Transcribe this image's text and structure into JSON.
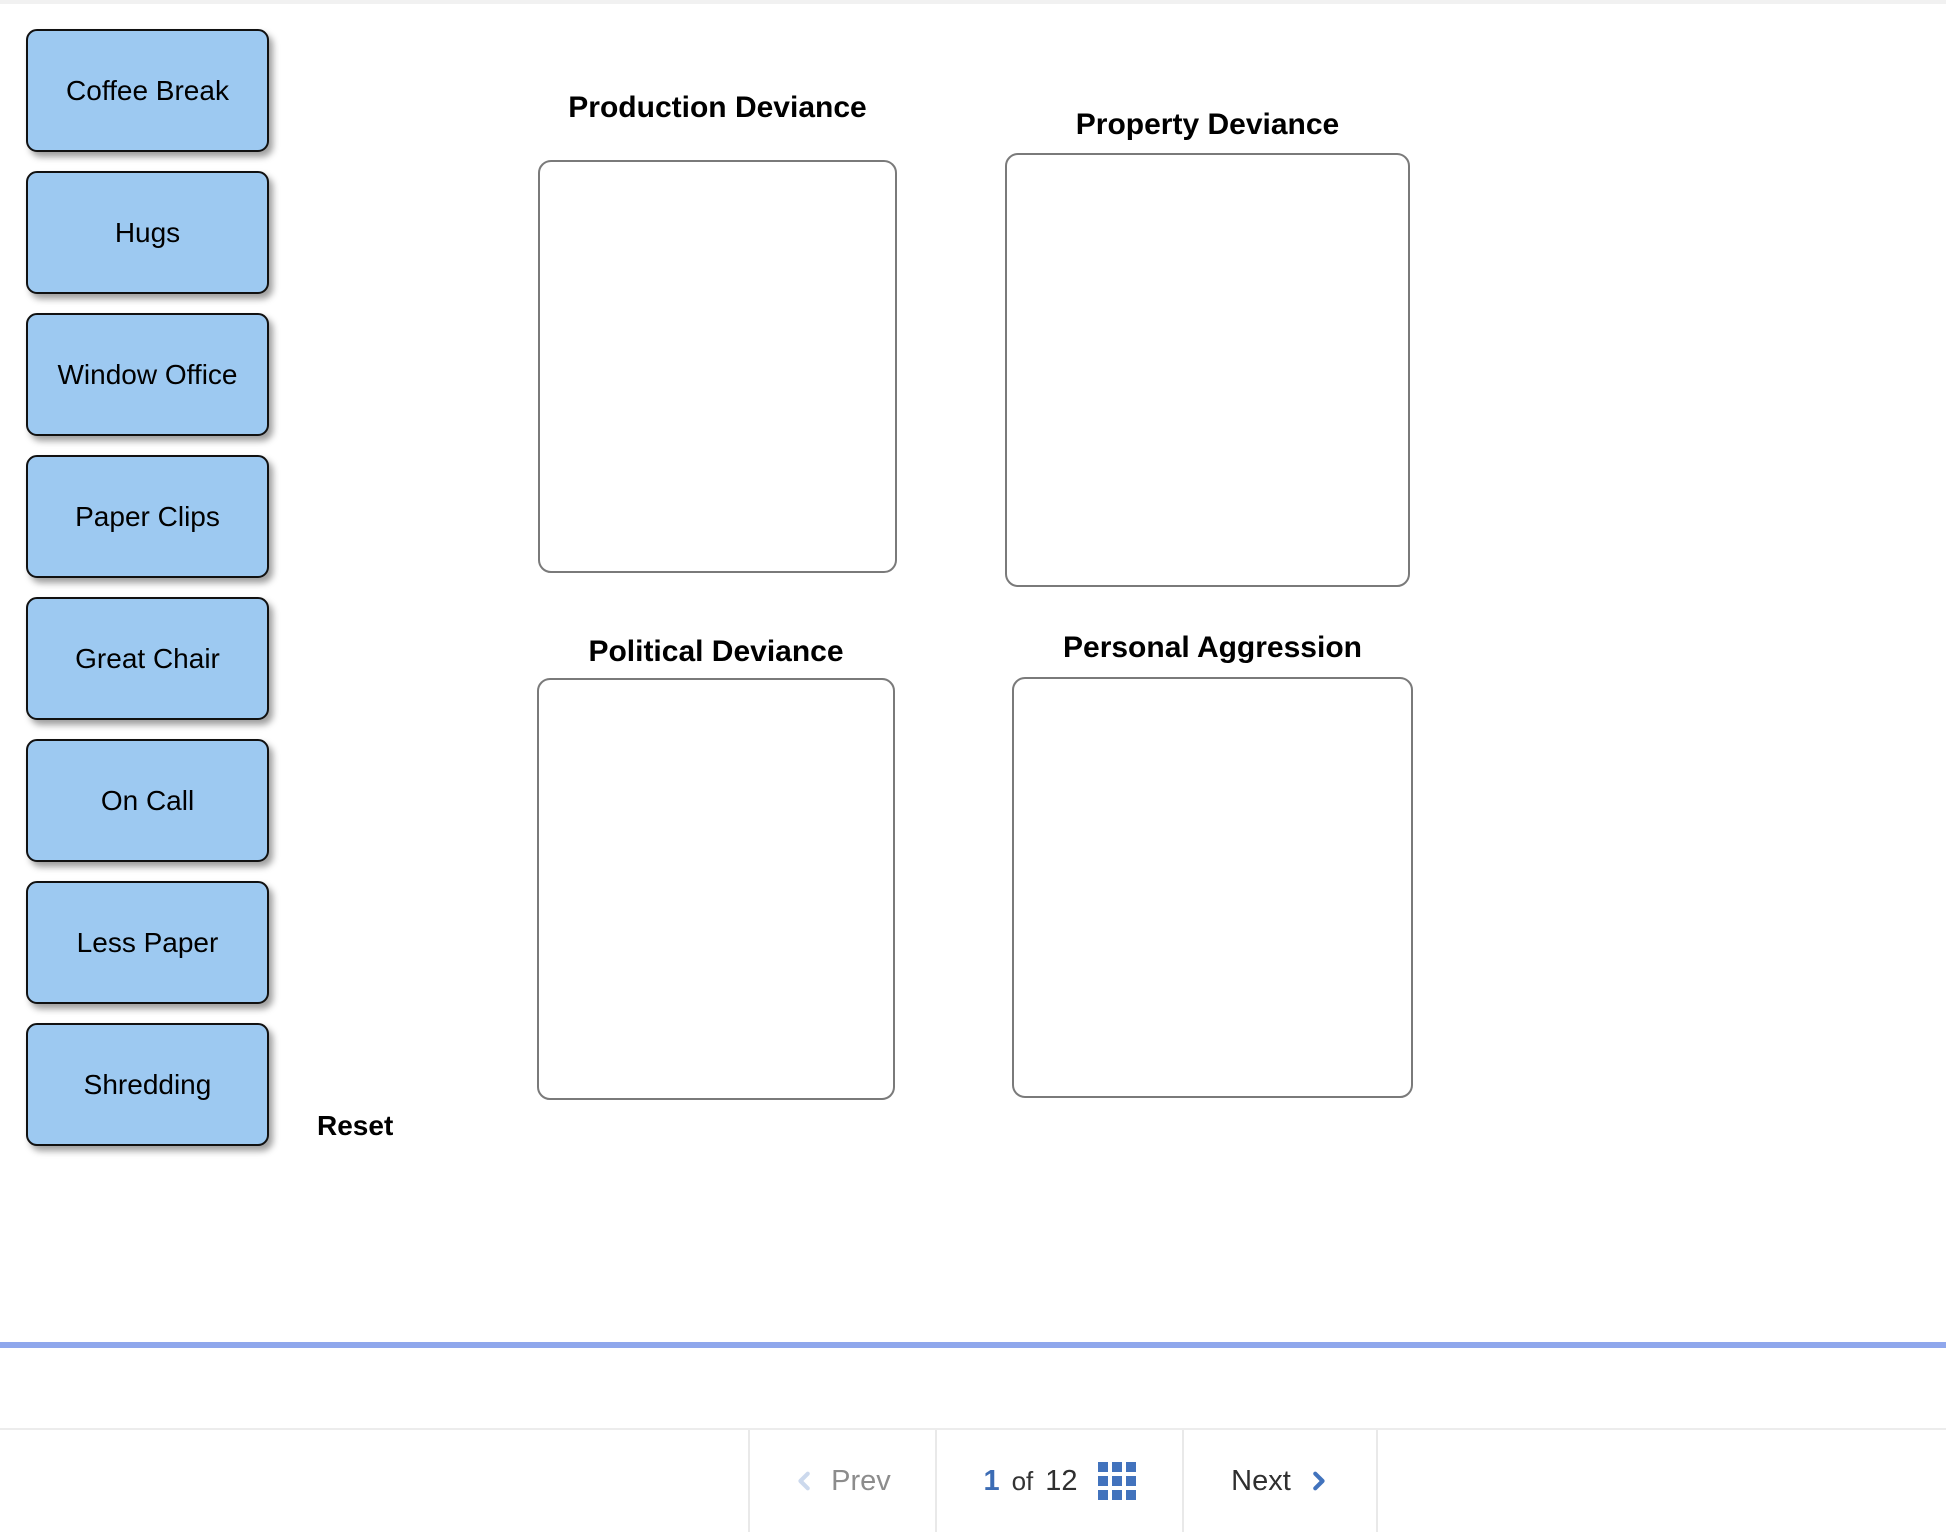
{
  "chips": [
    {
      "label": "Coffee Break"
    },
    {
      "label": "Hugs"
    },
    {
      "label": "Window Office"
    },
    {
      "label": "Paper Clips"
    },
    {
      "label": "Great Chair"
    },
    {
      "label": "On Call"
    },
    {
      "label": "Less Paper"
    },
    {
      "label": "Shredding"
    }
  ],
  "zones": [
    {
      "title": "Production Deviance"
    },
    {
      "title": "Property Deviance"
    },
    {
      "title": "Political Deviance"
    },
    {
      "title": "Personal Aggression"
    }
  ],
  "reset": {
    "label": "Reset"
  },
  "pagination": {
    "prev_label": "Prev",
    "current_page": "1",
    "of_label": "of",
    "total_pages": "12",
    "next_label": "Next"
  },
  "icons": {
    "prev": "chevron-left",
    "page_picker": "grid-3x3",
    "next": "chevron-right"
  },
  "colors": {
    "chip_fill": "#9dc9f1",
    "chip_border": "#111111",
    "zone_border": "#7a7a7a",
    "separator_blue": "#8fa7ec",
    "nav_accent": "#4273bd",
    "current_page_blue": "#3c6cb4",
    "prev_chevron_disabled": "#ccd9ed",
    "prev_text": "#8c8c8c",
    "nav_text": "#2f2f2f",
    "hairline": "#ececec"
  }
}
